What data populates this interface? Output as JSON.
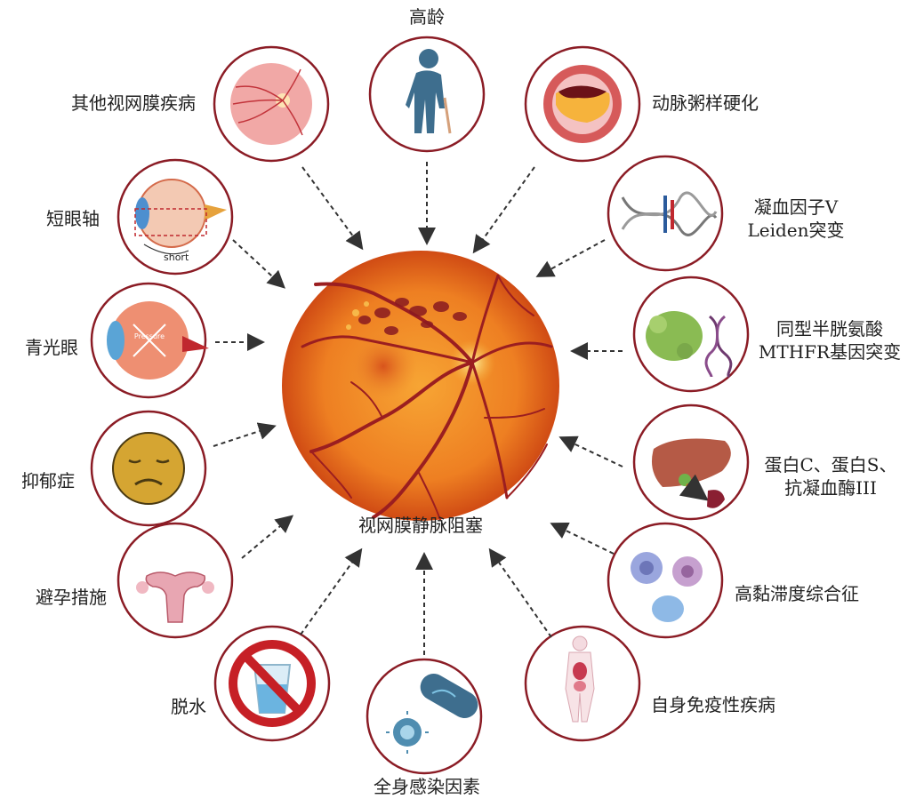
{
  "center": {
    "label": "视网膜静脉阻塞"
  },
  "factors": {
    "age": "高龄",
    "other_retina": "其他视网膜疾病",
    "atherosclerosis": "动脉粥样硬化",
    "short_axis": "短眼轴",
    "short_caption": "short",
    "pressure_caption": "Pressure",
    "factor_v": {
      "line1": "凝血因子V",
      "line2": "Leiden突变"
    },
    "glaucoma": "青光眼",
    "mthfr": {
      "line1": "同型半胱氨酸",
      "line2": "MTHFR基因突变"
    },
    "depression": "抑郁症",
    "proteins": {
      "line1": "蛋白C、蛋白S、",
      "line2": "抗凝血酶III"
    },
    "contraception": "避孕措施",
    "hyperviscosity": "高黏滞度综合征",
    "dehydration": "脱水",
    "infection": "全身感染因素",
    "autoimmune": "自身免疫性疾病"
  },
  "colors": {
    "ring": "#8b1c25",
    "arrow": "#333333",
    "fundus_center": "#f39a2c",
    "fundus_edge": "#cf4a12"
  }
}
